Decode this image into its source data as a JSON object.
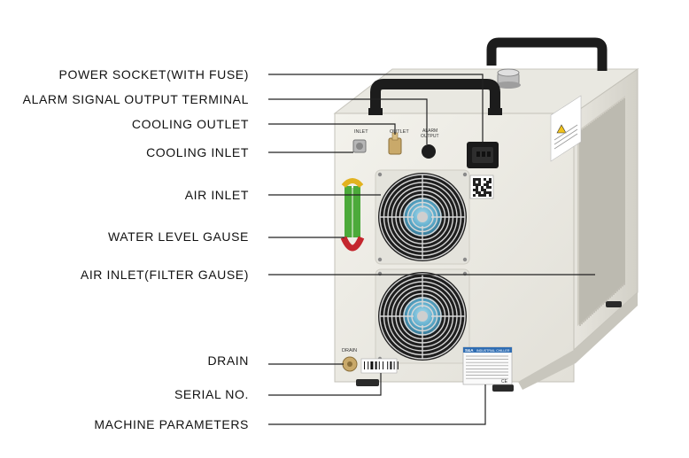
{
  "callouts": [
    {
      "id": "power-socket",
      "label": "POWER SOCKET(WITH FUSE)"
    },
    {
      "id": "alarm-terminal",
      "label": "ALARM SIGNAL OUTPUT TERMINAL"
    },
    {
      "id": "cooling-outlet",
      "label": "COOLING OUTLET"
    },
    {
      "id": "cooling-inlet",
      "label": "COOLING INLET"
    },
    {
      "id": "air-inlet",
      "label": "AIR INLET"
    },
    {
      "id": "water-level",
      "label": "WATER LEVEL GAUSE"
    },
    {
      "id": "air-inlet-filter",
      "label": "AIR INLET(FILTER GAUSE)"
    },
    {
      "id": "drain",
      "label": "DRAIN"
    },
    {
      "id": "serial-no",
      "label": "SERIAL NO."
    },
    {
      "id": "machine-params",
      "label": "MACHINE PARAMETERS"
    }
  ],
  "panel": {
    "inlet": "INLET",
    "outlet": "OUTLET",
    "alarm_line1": "ALARM",
    "alarm_line2": "OUTPUT",
    "drain": "DRAIN",
    "brand": "S&A",
    "plate_title": "INDUSTRIAL CHILLER"
  },
  "colors": {
    "line": "#222222",
    "body": "#ecebe4",
    "body_side": "#dcdad2",
    "handle": "#1c1c1c",
    "fan_blue": "#5aa9c9",
    "plate_blue": "#2f6db3"
  },
  "icons": [
    "warning-icon",
    "qr-code-icon",
    "ce-mark-icon"
  ]
}
